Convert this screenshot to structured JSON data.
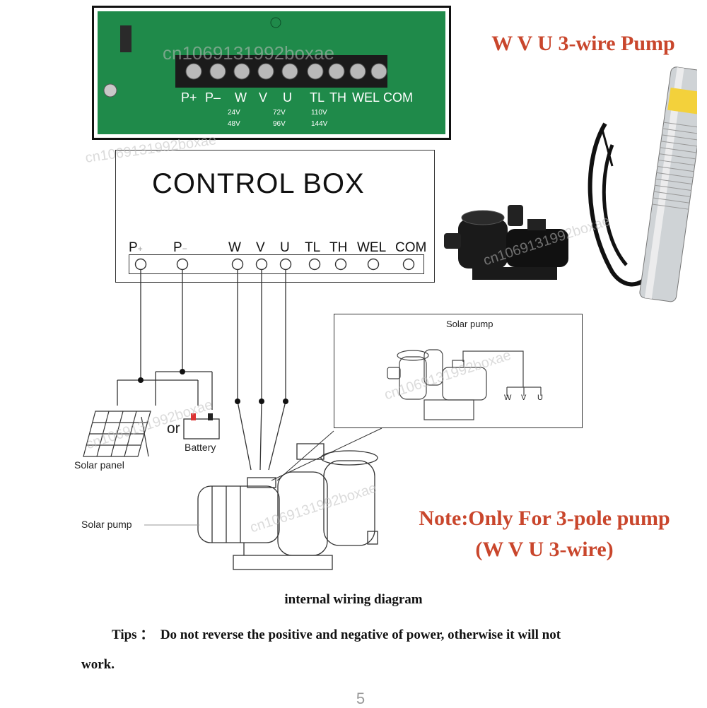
{
  "pcb_photo": {
    "terminals": [
      "P+",
      "P–",
      "W",
      "V",
      "U",
      "TL",
      "TH",
      "WEL",
      "COM"
    ],
    "voltages": [
      "24V",
      "72V",
      "110V",
      "48V",
      "96V",
      "144V"
    ]
  },
  "pump_title": "W V U 3-wire Pump",
  "control_box": {
    "title": "CONTROL BOX",
    "terminals": [
      {
        "name": "P",
        "sign": "+"
      },
      {
        "name": "P",
        "sign": "−"
      },
      {
        "name": "W",
        "sign": ""
      },
      {
        "name": "V",
        "sign": ""
      },
      {
        "name": "U",
        "sign": ""
      },
      {
        "name": "TL",
        "sign": ""
      },
      {
        "name": "TH",
        "sign": ""
      },
      {
        "name": "WEL",
        "sign": ""
      },
      {
        "name": "COM",
        "sign": ""
      }
    ]
  },
  "inset": {
    "title": "Solar pump",
    "wires": [
      "W",
      "V",
      "U"
    ]
  },
  "labels": {
    "or": "or",
    "battery": "Battery",
    "solar_panel": "Solar panel",
    "solar_pump": "Solar pump"
  },
  "note": {
    "line1": "Note:Only For 3-pole pump",
    "line2": "(W V U 3-wire)"
  },
  "caption": "internal wiring diagram",
  "tips": {
    "prefix": "Tips ：",
    "text": "Do not reverse the positive and negative of power, otherwise it will not",
    "continuation": "work."
  },
  "page_number": "5",
  "watermark": "cn1069131992boxae",
  "colors": {
    "accent": "#c9462c",
    "pcb_green": "#1f8a4a",
    "wire": "#333333"
  }
}
